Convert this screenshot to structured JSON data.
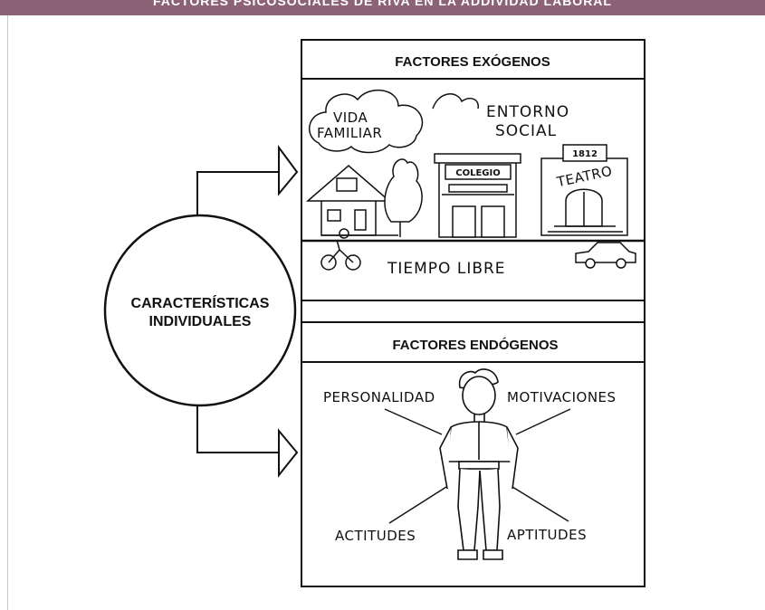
{
  "header": {
    "title": "FACTORES PSICOSOCIALES DE RIVA EN LA ADDIVIDAD LABORAL",
    "color": "#8c6376"
  },
  "circle": {
    "line1": "CARACTERÍSTICAS",
    "line2": "INDIVIDUALES"
  },
  "exogenos": {
    "title": "FACTORES EXÓGENOS",
    "vida_familiar_1": "VIDA",
    "vida_familiar_2": "FAMILIAR",
    "entorno_social_1": "ENTORNO",
    "entorno_social_2": "SOCIAL",
    "colegio": "COLEGIO",
    "teatro": "TEATRO",
    "teatro_year": "1812",
    "tiempo_libre": "TIEMPO LIBRE"
  },
  "endogenos": {
    "title": "FACTORES ENDÓGENOS",
    "personalidad": "PERSONALIDAD",
    "motivaciones": "MOTIVACIONES",
    "actitudes": "ACTITUDES",
    "aptitudes": "APTITUDES"
  }
}
